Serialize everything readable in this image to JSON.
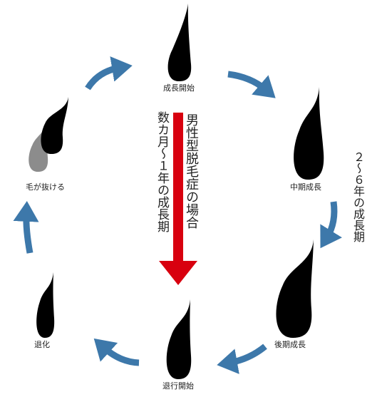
{
  "stages": {
    "growth_start": "成長開始",
    "mid_growth": "中期成長",
    "late_growth": "後期成長",
    "regression_start": "退行開始",
    "regression": "退化",
    "shedding": "毛が抜ける"
  },
  "vertical": {
    "aga_line1": "男性型脱毛症の場合",
    "aga_line2": "数カ月～１年の成長期",
    "normal_growth": "２～６年の成長期"
  },
  "colors": {
    "hair": "#000000",
    "shed_hair": "#8c8c8c",
    "cycle_arrow": "#3d78aa",
    "center_arrow": "#d8000f"
  }
}
